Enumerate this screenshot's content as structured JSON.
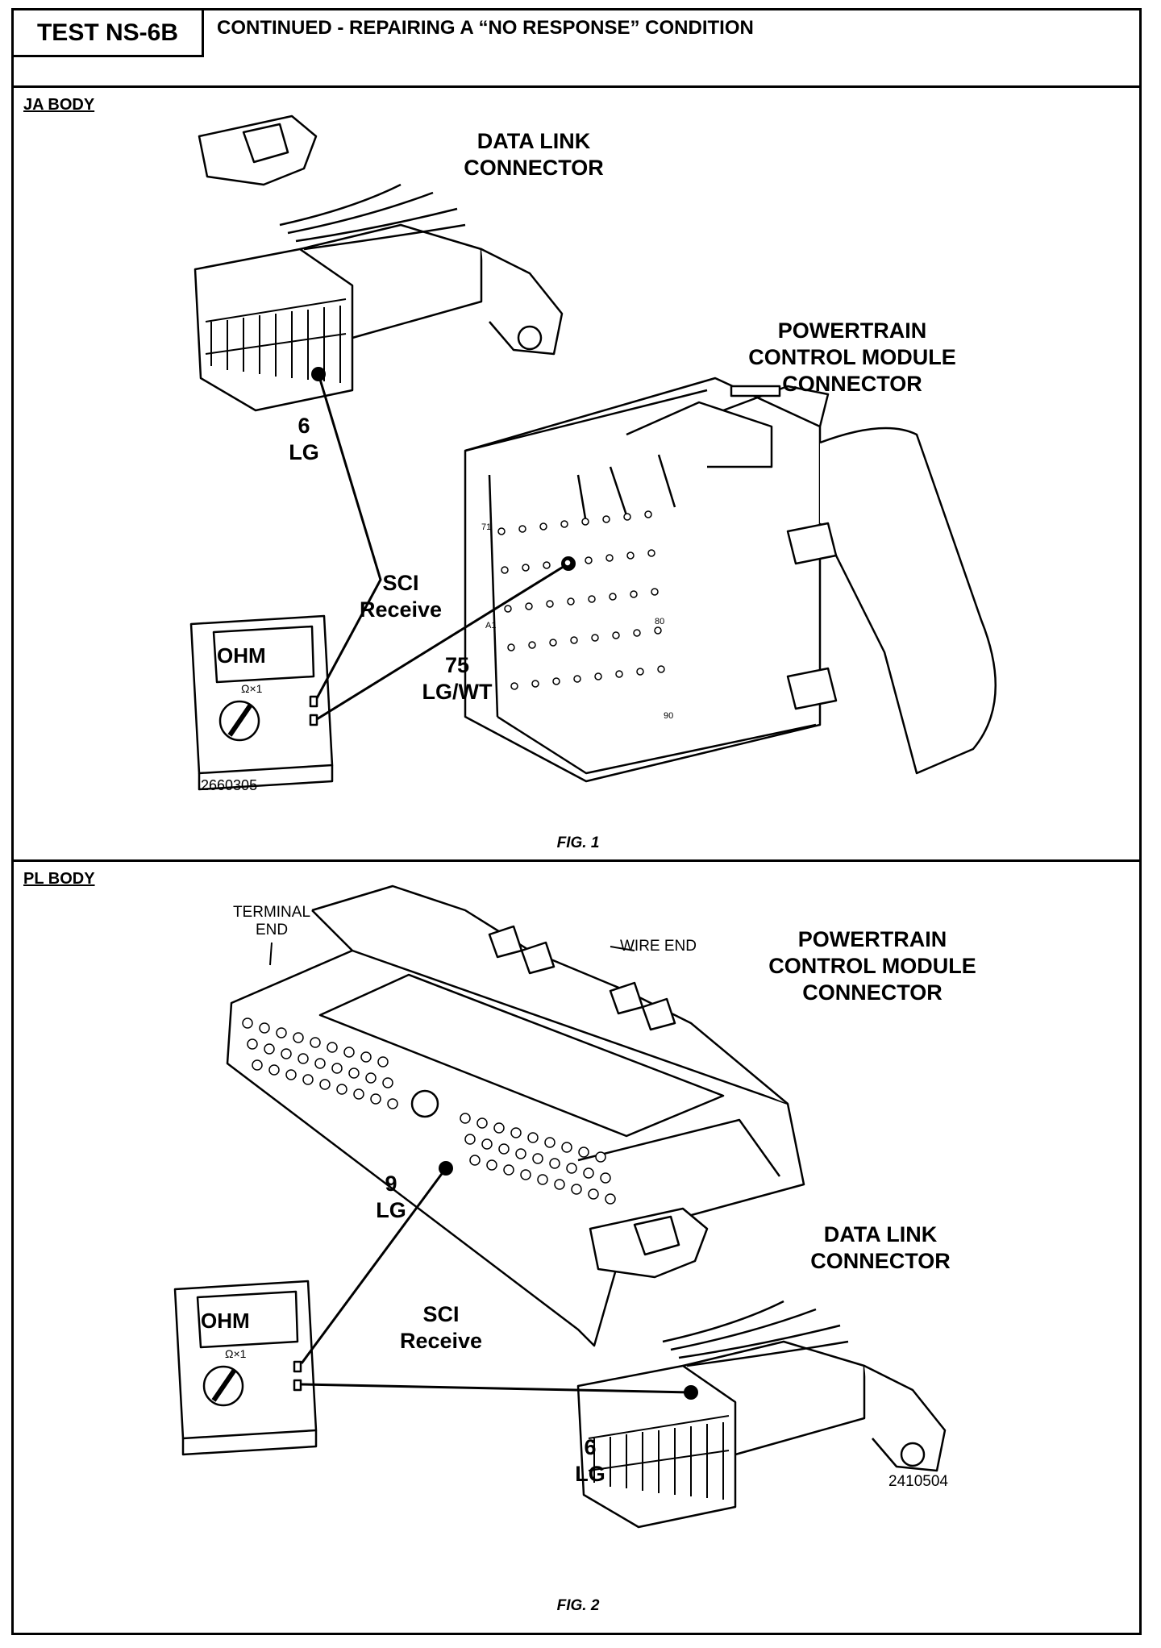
{
  "header": {
    "test_id": "TEST NS-6B",
    "title": "CONTINUED -  REPAIRING A “NO RESPONSE” CONDITION"
  },
  "fig1": {
    "body": "JA BODY",
    "dlc_label_1": "DATA LINK",
    "dlc_label_2": "CONNECTOR",
    "pcm_label_1": "POWERTRAIN",
    "pcm_label_2": "CONTROL MODULE",
    "pcm_label_3": "CONNECTOR",
    "pin_dlc_num": "6",
    "pin_dlc_color": "LG",
    "sci_1": "SCI",
    "sci_2": "Receive",
    "pin_pcm_num": "75",
    "pin_pcm_color": "LG/WT",
    "meter_display": "OHM",
    "meter_range": "Ω×1",
    "part_number": "2660305",
    "caption": "FIG. 1",
    "pin_71": "71",
    "pin_80": "80",
    "pin_a1": "A1",
    "pin_90": "90"
  },
  "fig2": {
    "body": "PL BODY",
    "terminal_end_1": "TERMINAL",
    "terminal_end_2": "END",
    "wire_end": "WIRE  END",
    "pcm_label_1": "POWERTRAIN",
    "pcm_label_2": "CONTROL MODULE",
    "pcm_label_3": "CONNECTOR",
    "pin_pcm_num": "9",
    "pin_pcm_color": "LG",
    "dlc_label_1": "DATA LINK",
    "dlc_label_2": "CONNECTOR",
    "sci_1": "SCI",
    "sci_2": "Receive",
    "pin_dlc_num": "6",
    "pin_dlc_color": "LG",
    "meter_display": "OHM",
    "meter_range": "Ω×1",
    "part_number": "2410504",
    "caption": "FIG. 2"
  }
}
